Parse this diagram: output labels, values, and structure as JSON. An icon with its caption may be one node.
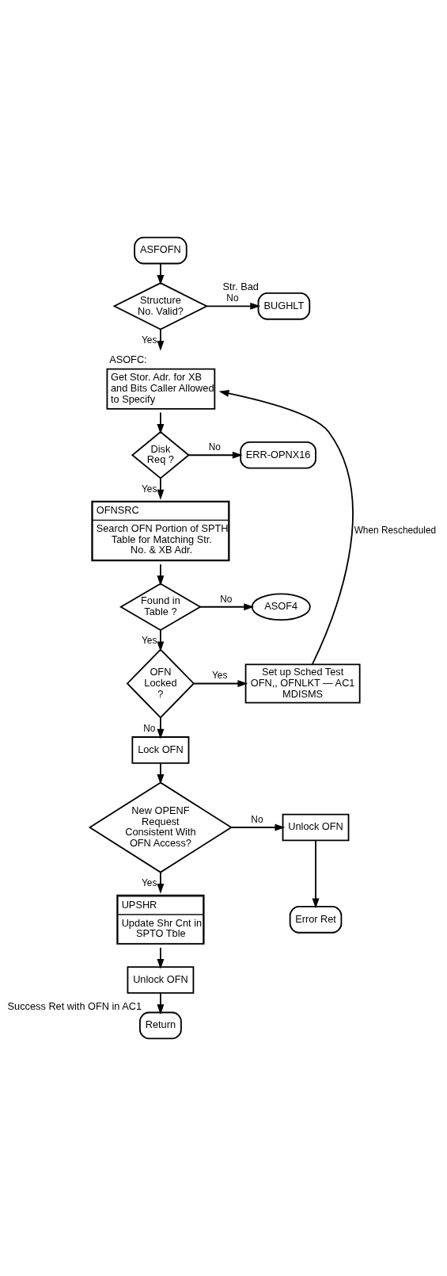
{
  "diagram": {
    "nodes": [
      {
        "text": [
          "ASFOFN"
        ]
      },
      {
        "text": [
          "Structure No. Valid?"
        ]
      },
      {
        "text": [
          "BUGHLT"
        ],
        "beside": [
          "Str. Bad"
        ]
      },
      {
        "text": [
          "ASOFC:",
          "Get Stor. Adr. for XB and Bits Caller Allowed to Specify"
        ]
      },
      {
        "text": [
          "Disk Req ?"
        ]
      },
      {
        "text": [
          "ERR-OPNX16"
        ]
      },
      {
        "text": [
          "OFNSRC",
          "Search OFN Portion of SPTH Table for Matching Str. No. & XB Adr."
        ]
      },
      {
        "text": [
          "Found in Table ?"
        ]
      },
      {
        "text": [
          "ASOF4"
        ]
      },
      {
        "text": [
          "OFN Locked ?"
        ]
      },
      {
        "text": [
          "Set up Sched Test OFN,, OFNLKT — AC1 MDISMS"
        ]
      },
      {
        "text": [
          "Lock OFN"
        ]
      },
      {
        "text": [
          "New OPENF Request Consistent With OFN Access?"
        ]
      },
      {
        "text": [
          "Unlock OFN"
        ]
      },
      {
        "text": [
          "Error Ret"
        ]
      },
      {
        "text": [
          "UPSHR",
          "Update Shr Cnt in SPTO Tble"
        ]
      },
      {
        "text": [
          "Unlock OFN"
        ]
      },
      {
        "text": [
          "Return"
        ],
        "beside": [
          "Success Ret with OFN in AC1"
        ]
      }
    ],
    "edges": [
      {
        "from": 0,
        "to": 1,
        "arrow": "to"
      },
      {
        "from": 1,
        "to": 2,
        "arrow": "to",
        "label": "No"
      },
      {
        "from": 1,
        "to": 3,
        "arrow": "to",
        "label": "Yes"
      },
      {
        "from": 3,
        "to": 4,
        "arrow": "to"
      },
      {
        "from": 4,
        "to": 5,
        "arrow": "to",
        "label": "No"
      },
      {
        "from": 4,
        "to": 6,
        "arrow": "to",
        "label": "Yes"
      },
      {
        "from": 6,
        "to": 7,
        "arrow": "to"
      },
      {
        "from": 7,
        "to": 8,
        "arrow": "to",
        "label": "No"
      },
      {
        "from": 7,
        "to": 9,
        "arrow": "to",
        "label": "Yes"
      },
      {
        "from": 9,
        "to": 10,
        "arrow": "to",
        "label": "Yes"
      },
      {
        "from": 10,
        "to": 3,
        "arrow": "to",
        "label": "When Rescheduled"
      },
      {
        "from": 9,
        "to": 11,
        "arrow": "to",
        "label": "No"
      },
      {
        "from": 11,
        "to": 12,
        "arrow": "to"
      },
      {
        "from": 12,
        "to": 13,
        "arrow": "to",
        "label": "No"
      },
      {
        "from": 12,
        "to": 15,
        "arrow": "to",
        "label": "Yes"
      },
      {
        "from": 13,
        "to": 14,
        "arrow": "to"
      },
      {
        "from": 15,
        "to": 16,
        "arrow": "to"
      },
      {
        "from": 16,
        "to": 17,
        "arrow": "to"
      }
    ]
  }
}
